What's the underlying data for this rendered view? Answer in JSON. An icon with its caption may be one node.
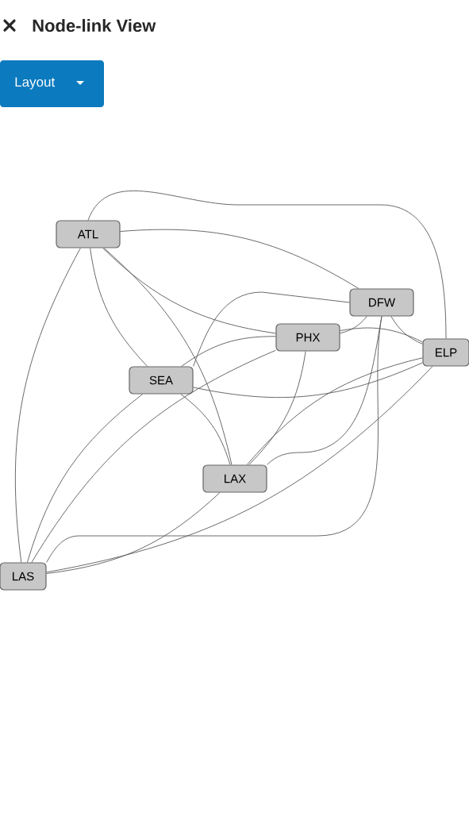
{
  "diagram": {
    "title": "Node-link View",
    "nodes": [
      {
        "text": [
          "ATL"
        ]
      },
      {
        "text": [
          "DFW"
        ]
      },
      {
        "text": [
          "PHX"
        ]
      },
      {
        "text": [
          "ELP"
        ]
      },
      {
        "text": [
          "SEA"
        ]
      },
      {
        "text": [
          "LAX"
        ]
      },
      {
        "text": [
          "LAS"
        ]
      }
    ],
    "edges": [
      {
        "from": 0,
        "to": 1,
        "arrow": "none"
      },
      {
        "from": 0,
        "to": 2,
        "arrow": "none"
      },
      {
        "from": 0,
        "to": 3,
        "arrow": "none"
      },
      {
        "from": 0,
        "to": 4,
        "arrow": "none"
      },
      {
        "from": 0,
        "to": 5,
        "arrow": "none"
      },
      {
        "from": 0,
        "to": 6,
        "arrow": "none"
      },
      {
        "from": 1,
        "to": 2,
        "arrow": "none"
      },
      {
        "from": 1,
        "to": 3,
        "arrow": "none"
      },
      {
        "from": 1,
        "to": 4,
        "arrow": "none"
      },
      {
        "from": 1,
        "to": 5,
        "arrow": "none"
      },
      {
        "from": 1,
        "to": 6,
        "arrow": "none"
      },
      {
        "from": 2,
        "to": 3,
        "arrow": "none"
      },
      {
        "from": 2,
        "to": 4,
        "arrow": "none"
      },
      {
        "from": 2,
        "to": 5,
        "arrow": "none"
      },
      {
        "from": 2,
        "to": 6,
        "arrow": "none"
      },
      {
        "from": 3,
        "to": 4,
        "arrow": "none"
      },
      {
        "from": 3,
        "to": 5,
        "arrow": "none"
      },
      {
        "from": 3,
        "to": 6,
        "arrow": "none"
      },
      {
        "from": 4,
        "to": 5,
        "arrow": "none"
      },
      {
        "from": 4,
        "to": 6,
        "arrow": "none"
      },
      {
        "from": 5,
        "to": 6,
        "arrow": "none"
      }
    ],
    "labels": [
      "Layout"
    ]
  }
}
